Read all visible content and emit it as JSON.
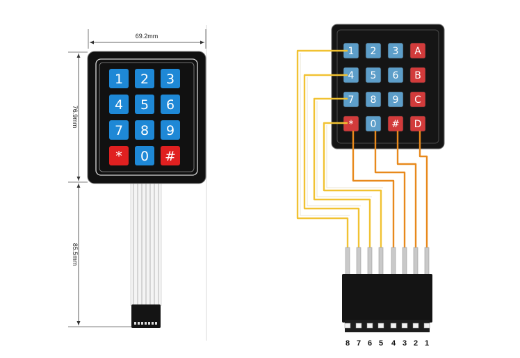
{
  "left": {
    "width_label": "69.2mm",
    "height_label": "76.9mm",
    "cable_label": "85.5mm",
    "keys": [
      [
        {
          "label": "1",
          "color": "blue"
        },
        {
          "label": "2",
          "color": "blue"
        },
        {
          "label": "3",
          "color": "blue"
        }
      ],
      [
        {
          "label": "4",
          "color": "blue"
        },
        {
          "label": "5",
          "color": "blue"
        },
        {
          "label": "6",
          "color": "blue"
        }
      ],
      [
        {
          "label": "7",
          "color": "blue"
        },
        {
          "label": "8",
          "color": "blue"
        },
        {
          "label": "9",
          "color": "blue"
        }
      ],
      [
        {
          "label": "*",
          "color": "red"
        },
        {
          "label": "0",
          "color": "blue"
        },
        {
          "label": "#",
          "color": "red"
        }
      ]
    ]
  },
  "right": {
    "keys": [
      [
        {
          "label": "1",
          "color": "blue"
        },
        {
          "label": "2",
          "color": "blue"
        },
        {
          "label": "3",
          "color": "blue"
        },
        {
          "label": "A",
          "color": "red"
        }
      ],
      [
        {
          "label": "4",
          "color": "blue"
        },
        {
          "label": "5",
          "color": "blue"
        },
        {
          "label": "6",
          "color": "blue"
        },
        {
          "label": "B",
          "color": "red"
        }
      ],
      [
        {
          "label": "7",
          "color": "blue"
        },
        {
          "label": "8",
          "color": "blue"
        },
        {
          "label": "9",
          "color": "blue"
        },
        {
          "label": "C",
          "color": "red"
        }
      ],
      [
        {
          "label": "*",
          "color": "red"
        },
        {
          "label": "0",
          "color": "blue"
        },
        {
          "label": "#",
          "color": "red"
        },
        {
          "label": "D",
          "color": "red"
        }
      ]
    ],
    "pins": [
      "8",
      "7",
      "6",
      "5",
      "4",
      "3",
      "2",
      "1"
    ]
  },
  "colors": {
    "key_blue": "#1e88d6",
    "key_red": "#e02020",
    "key_blue_dim": "#5d9ec9",
    "key_red_dim": "#d23b3b",
    "panel": "#111111",
    "wire_row": "#f1c232",
    "wire_col": "#e8891c",
    "connector": "#141414"
  }
}
